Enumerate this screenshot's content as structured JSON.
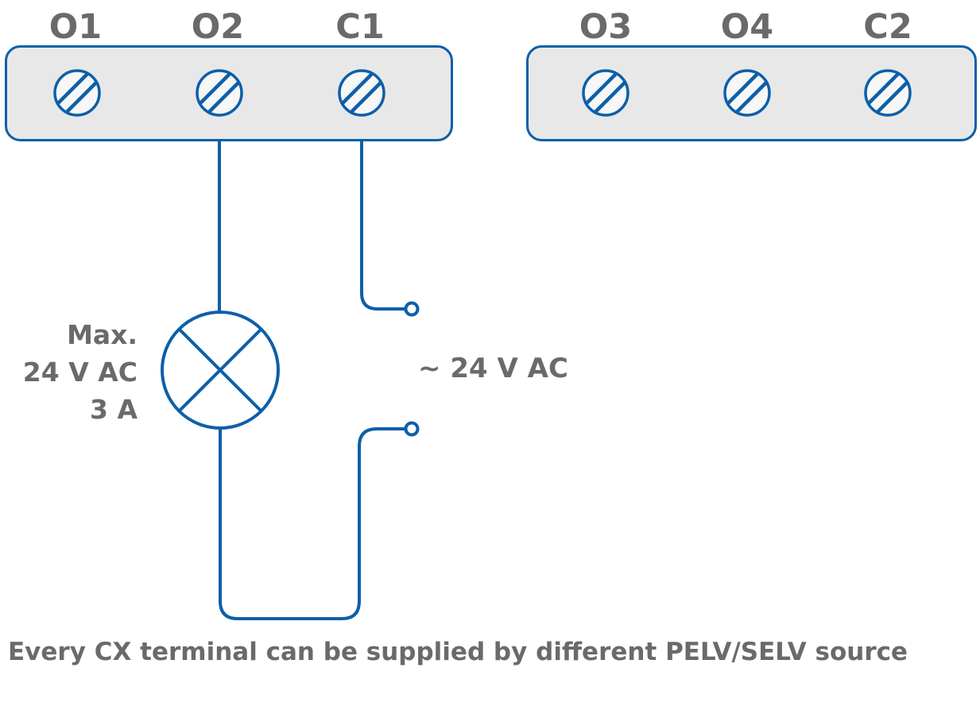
{
  "colors": {
    "wire_blue": "#0c5fa9",
    "block_fill": "#e8e8e8",
    "screw_fill": "#f7f7f7",
    "text_gray": "#6a6a6a"
  },
  "blocks": [
    {
      "terminals": [
        {
          "label": "O1"
        },
        {
          "label": "O2"
        },
        {
          "label": "C1"
        }
      ]
    },
    {
      "terminals": [
        {
          "label": "O3"
        },
        {
          "label": "O4"
        },
        {
          "label": "C2"
        }
      ]
    }
  ],
  "lamp_load": {
    "lines": [
      "Max.",
      "24 V AC",
      "3 A"
    ]
  },
  "supply": {
    "label": "~ 24 V AC"
  },
  "note": "Every CX terminal can be supplied by different PELV/SELV source"
}
